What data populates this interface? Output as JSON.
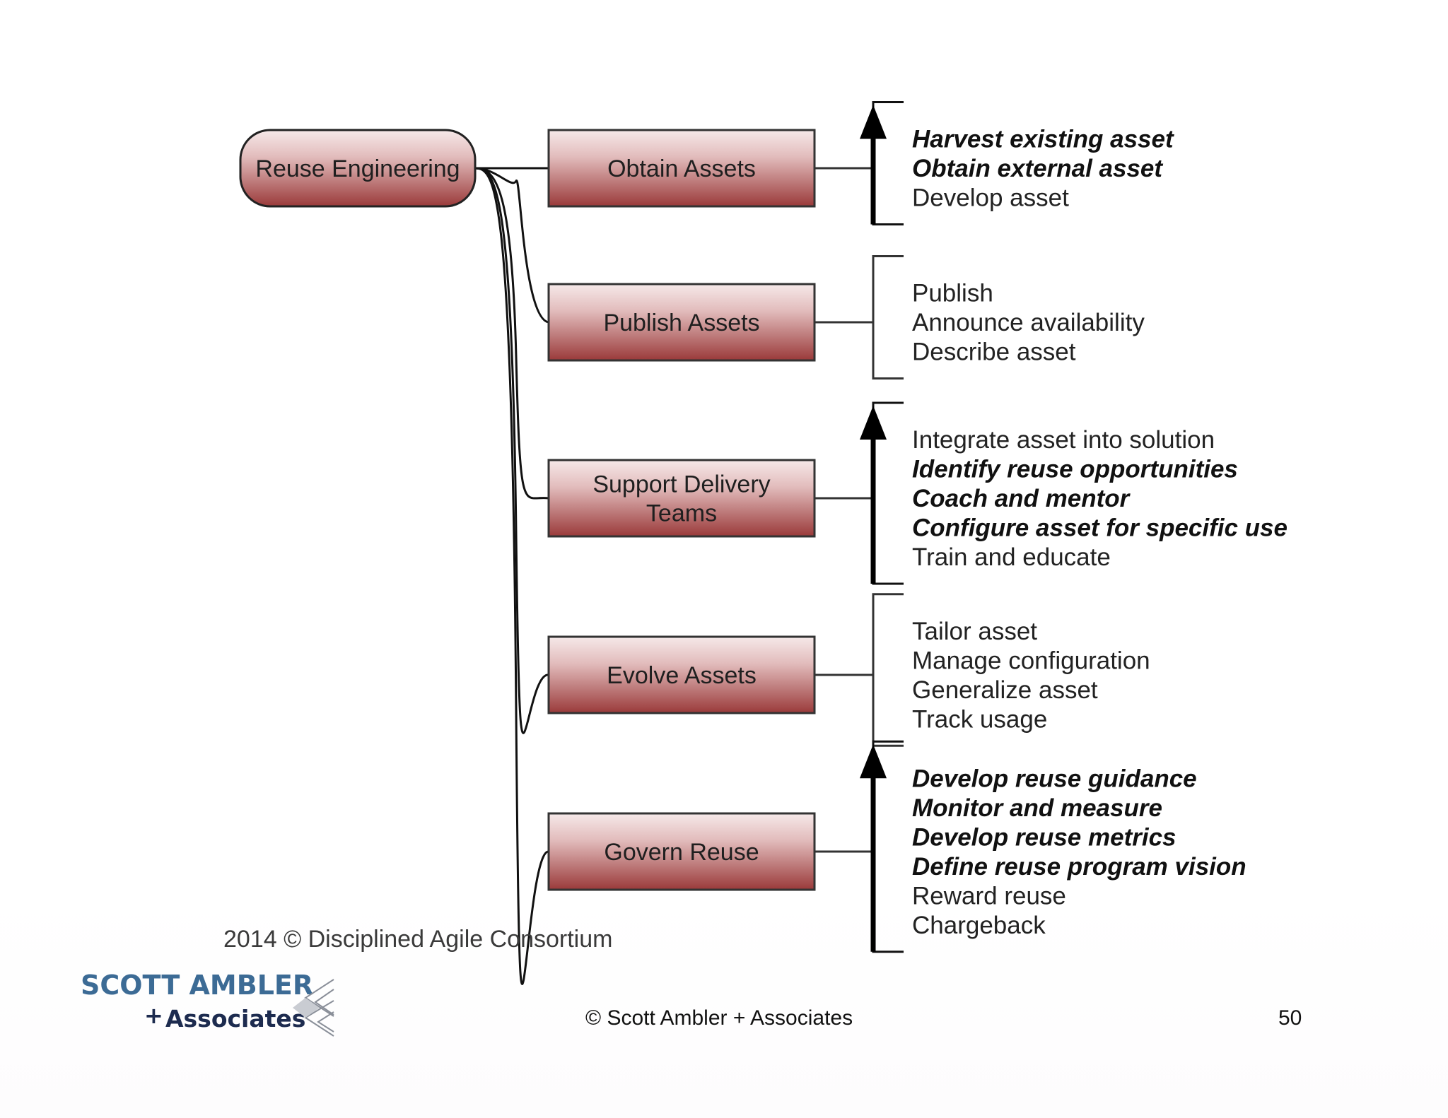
{
  "diagram": {
    "root": {
      "label": "Reuse Engineering"
    },
    "goals": [
      {
        "lines": [
          "Obtain Assets"
        ],
        "ordered": true,
        "options": [
          {
            "text": "Harvest existing asset",
            "recommended": true
          },
          {
            "text": "Obtain external asset",
            "recommended": true
          },
          {
            "text": "Develop asset",
            "recommended": false
          }
        ]
      },
      {
        "lines": [
          "Publish Assets"
        ],
        "ordered": false,
        "options": [
          {
            "text": "Publish",
            "recommended": false
          },
          {
            "text": "Announce availability",
            "recommended": false
          },
          {
            "text": "Describe asset",
            "recommended": false
          }
        ]
      },
      {
        "lines": [
          "Support Delivery",
          "Teams"
        ],
        "ordered": true,
        "options": [
          {
            "text": "Integrate asset into solution",
            "recommended": false
          },
          {
            "text": "Identify reuse opportunities",
            "recommended": true
          },
          {
            "text": "Coach and mentor",
            "recommended": true
          },
          {
            "text": "Configure asset for specific use",
            "recommended": true
          },
          {
            "text": "Train and educate",
            "recommended": false
          }
        ]
      },
      {
        "lines": [
          "Evolve Assets"
        ],
        "ordered": false,
        "options": [
          {
            "text": "Tailor asset",
            "recommended": false
          },
          {
            "text": "Manage configuration",
            "recommended": false
          },
          {
            "text": "Generalize asset",
            "recommended": false
          },
          {
            "text": "Track usage",
            "recommended": false
          }
        ]
      },
      {
        "lines": [
          "Govern Reuse"
        ],
        "ordered": true,
        "options": [
          {
            "text": "Develop reuse guidance",
            "recommended": true
          },
          {
            "text": "Monitor and measure",
            "recommended": true
          },
          {
            "text": "Develop reuse metrics",
            "recommended": true
          },
          {
            "text": "Define reuse program vision",
            "recommended": true
          },
          {
            "text": "Reward reuse",
            "recommended": false
          },
          {
            "text": "Chargeback",
            "recommended": false
          }
        ]
      }
    ],
    "copyright": "2014 © Disciplined Agile Consortium"
  },
  "colors": {
    "node_top": "#f6e9e9",
    "node_bottom": "#9a3a3a",
    "line": "#111111"
  },
  "logo": {
    "line1": "SCOTT AMBLER",
    "plus": "+",
    "line2": "Associates"
  },
  "footer": {
    "copyright": "© Scott Ambler + Associates",
    "page_number": "50"
  }
}
